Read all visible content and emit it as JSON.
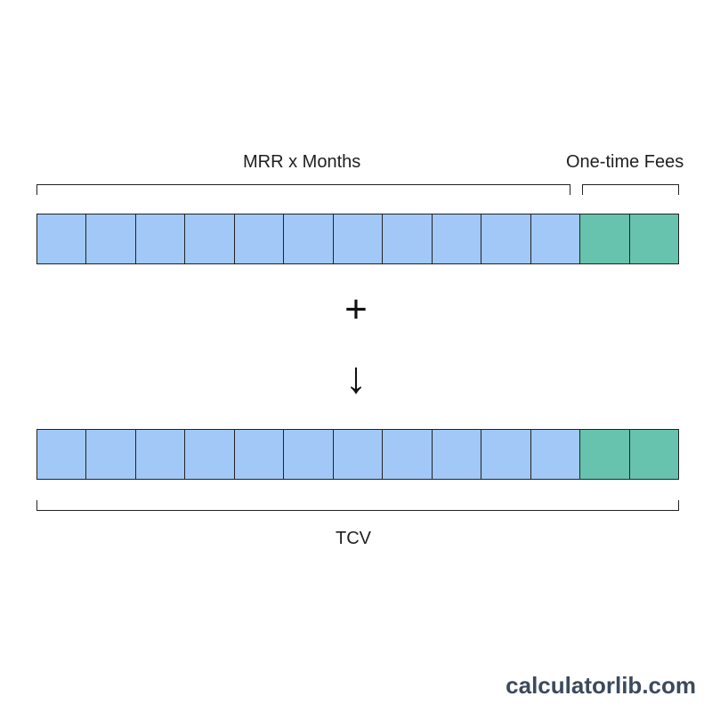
{
  "labels": {
    "mrr_months": "MRR x Months",
    "one_time_fees": "One-time Fees",
    "tcv": "TCV"
  },
  "symbols": {
    "plus": "+",
    "down_arrow": "↓"
  },
  "segments": {
    "mrr_count": 11,
    "fee_count": 2
  },
  "colors": {
    "mrr": "#a1c8f7",
    "fee": "#67c3ad",
    "outline": "#222222"
  },
  "watermark": "calculatorlib.com"
}
